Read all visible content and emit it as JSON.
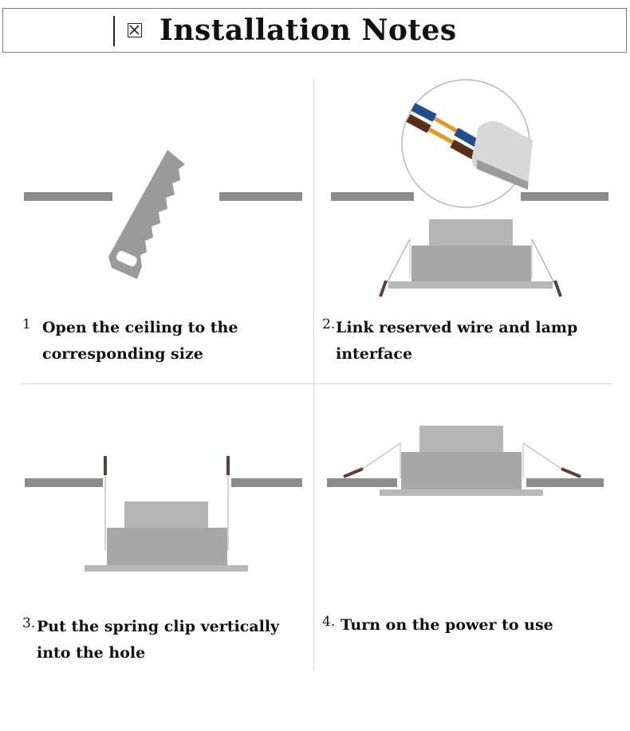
{
  "header": {
    "close_icon": "close-box-icon",
    "title": "Installation Notes"
  },
  "steps": [
    {
      "number": "1",
      "text": "Open the ceiling to the corresponding size"
    },
    {
      "number": "2.",
      "text": "Link reserved wire and lamp interface"
    },
    {
      "number": "3.",
      "text": "Put the spring clip vertically into the hole"
    },
    {
      "number": "4.",
      "text": "Turn on the power to use"
    }
  ],
  "colors": {
    "ceiling": "#8c8c8c",
    "lamp_body": "#a7a7a7",
    "lamp_top": "#b5b5b5",
    "clip_tip": "#5a4036",
    "wire_blue": "#1f4f8f",
    "wire_brown": "#5a2e1c",
    "wire_orange": "#e7961f"
  },
  "icons": [
    "saw-icon",
    "wire-connector-icon"
  ]
}
